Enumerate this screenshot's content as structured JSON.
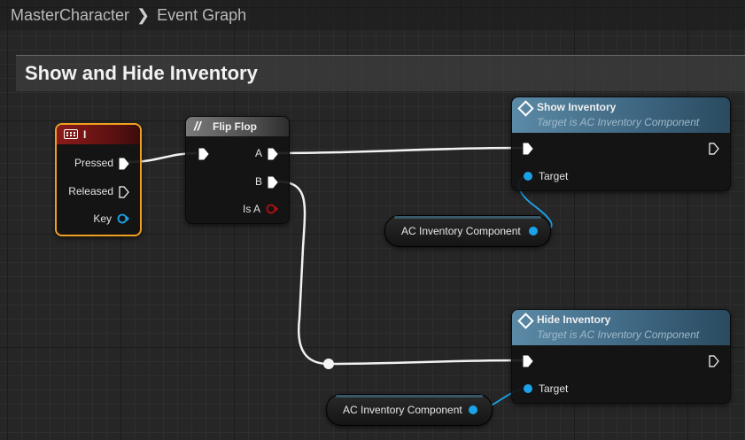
{
  "breadcrumb": {
    "root": "MasterCharacter",
    "separator": ">",
    "current": "Event Graph"
  },
  "comment": {
    "title": "Show and Hide Inventory"
  },
  "key_event": {
    "title": "I",
    "pins": {
      "pressed": "Pressed",
      "released": "Released",
      "key": "Key"
    },
    "header_color": "#7a1a1a",
    "border_color": "#f0a020"
  },
  "flipflop": {
    "title": "Flip Flop",
    "pins": {
      "a": "A",
      "b": "B",
      "is_a": "Is A"
    }
  },
  "show_inventory": {
    "title": "Show Inventory",
    "subtitle": "Target is AC Inventory Component",
    "target_label": "Target"
  },
  "hide_inventory": {
    "title": "Hide Inventory",
    "subtitle": "Target is AC Inventory Component",
    "target_label": "Target"
  },
  "components": [
    {
      "label": "AC Inventory Component"
    },
    {
      "label": "AC Inventory Component"
    }
  ],
  "colors": {
    "object_pin": "#1aa3e8",
    "bool_pin": "#9a0f0f",
    "exec_pin": "#ffffff",
    "function_header": "#4a7a95"
  }
}
